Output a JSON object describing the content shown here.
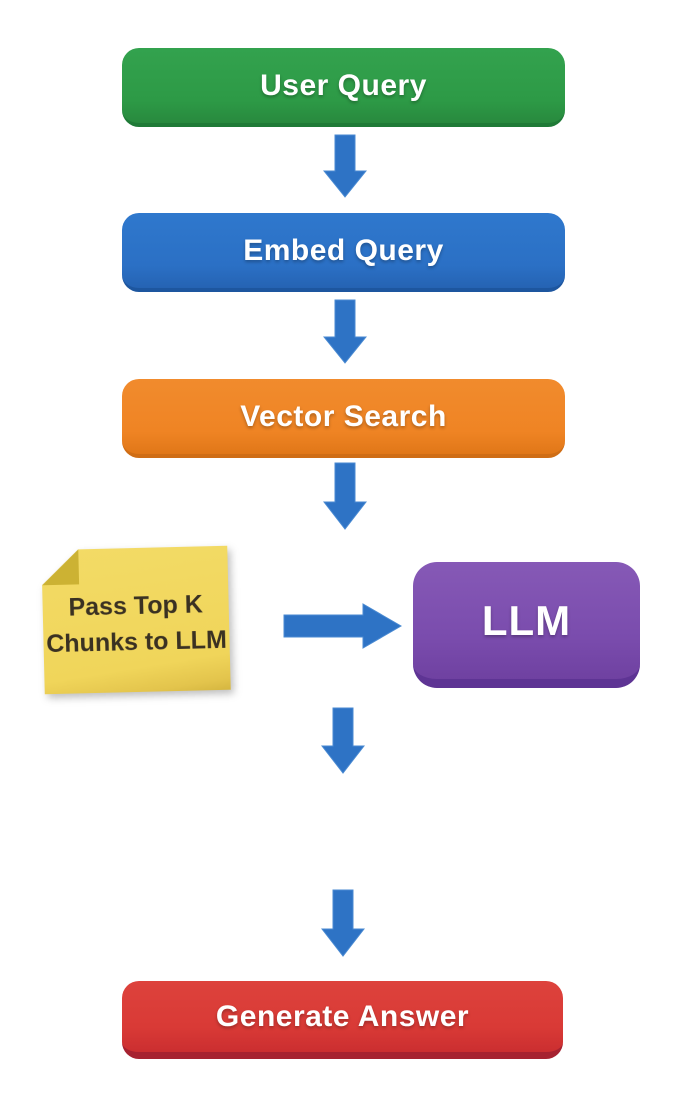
{
  "diagram": {
    "type": "flowchart",
    "description": "RAG pipeline flow diagram",
    "background": "#ffffff",
    "arrow_color": "#2e73c5",
    "nodes": [
      {
        "id": "user-query",
        "label": "User Query",
        "fill": "#2d9a46",
        "edge": "#1f7a37",
        "text_color": "#ffffff"
      },
      {
        "id": "embed-query",
        "label": "Embed Query",
        "fill": "#2b70c5",
        "edge": "#1d569f",
        "text_color": "#ffffff"
      },
      {
        "id": "vector-search",
        "label": "Vector Search",
        "fill": "#ef8424",
        "edge": "#cf6d15",
        "text_color": "#ffffff"
      },
      {
        "id": "llm",
        "label": "LLM",
        "fill": "#7a4cad",
        "edge": "#5e3494",
        "text_color": "#ffffff"
      },
      {
        "id": "generate-answer",
        "label": "Generate Answer",
        "fill": "#d93a36",
        "edge": "#a62230",
        "text_color": "#ffffff"
      }
    ],
    "note": {
      "lines": [
        "Pass Top K",
        "Chunks to LLM"
      ],
      "fill": "#f0d55a",
      "fold_color": "#ccb233",
      "text_color": "#3a3122"
    },
    "edges": [
      {
        "from": "user-query",
        "to": "embed-query",
        "direction": "down"
      },
      {
        "from": "embed-query",
        "to": "vector-search",
        "direction": "down"
      },
      {
        "from": "vector-search",
        "to": "note",
        "direction": "down"
      },
      {
        "from": "note",
        "to": "llm",
        "direction": "right"
      },
      {
        "from": "llm",
        "to": "generate-answer",
        "direction": "down"
      }
    ]
  }
}
